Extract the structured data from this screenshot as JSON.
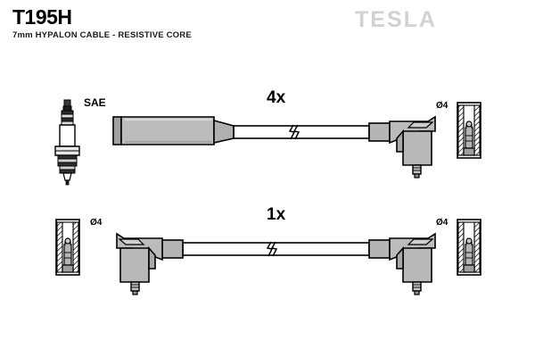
{
  "header": {
    "part_number": "T195H",
    "description": "7mm HYPALON CABLE - RESISTIVE CORE",
    "brand": "TESLA"
  },
  "diagram": {
    "standard_label": "SAE",
    "assemblies": [
      {
        "id": "upper",
        "quantity_label": "4x",
        "left_end": "straight-boot",
        "right_end": "right-angle-boot",
        "cable_break_symbol": true,
        "terminal_label": "Ø4"
      },
      {
        "id": "lower",
        "quantity_label": "1x",
        "left_end": "right-angle-boot",
        "right_end": "right-angle-boot",
        "cable_break_symbol": true,
        "terminal_label_left": "Ø4",
        "terminal_label_right": "Ø4"
      }
    ],
    "colors": {
      "boot_fill": "#b9b9b9",
      "boot_fill_dark": "#a6a6a6",
      "boot_fill_light": "#c9c9c9",
      "outline": "#000000",
      "cable_fill": "#ffffff",
      "logo_gray": "#d2d2d2"
    }
  }
}
